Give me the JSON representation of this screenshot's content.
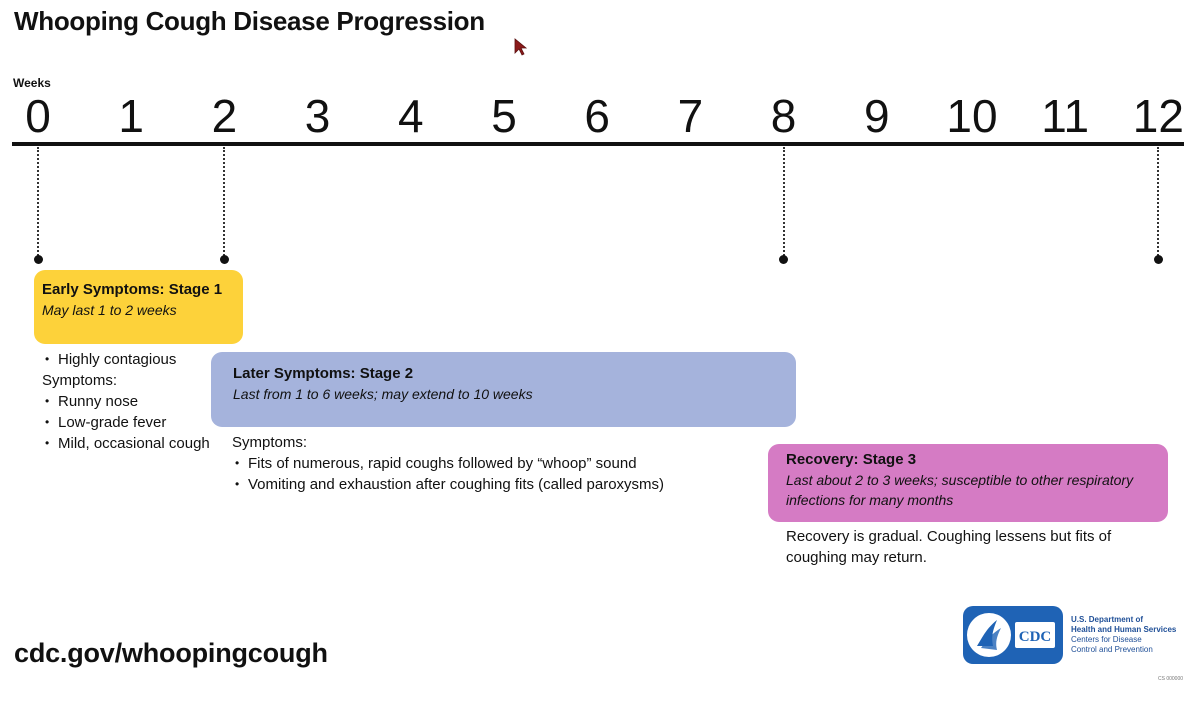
{
  "title": "Whooping Cough Disease Progression",
  "axis": {
    "label": "Weeks",
    "ticks": [
      "0",
      "1",
      "2",
      "3",
      "4",
      "5",
      "6",
      "7",
      "8",
      "9",
      "10",
      "11",
      "12"
    ]
  },
  "stages": {
    "stage1": {
      "title": "Early Symptoms: Stage 1",
      "subtitle": "May last 1 to 2 weeks",
      "color": "#fdd23a",
      "items": [
        "Highly contagious",
        "Symptoms:",
        "Runny nose",
        "Low-grade fever",
        "Mild, occasional cough"
      ]
    },
    "stage2": {
      "title": "Later Symptoms: Stage 2",
      "subtitle": "Last from 1 to 6 weeks; may extend to 10 weeks",
      "color": "#a5b3dc",
      "symptoms_label": "Symptoms:",
      "items": [
        "Fits of numerous, rapid coughs followed by “whoop” sound",
        "Vomiting and exhaustion after coughing fits (called paroxysms)"
      ]
    },
    "stage3": {
      "title": "Recovery: Stage 3",
      "subtitle": "Last about 2 to 3 weeks; susceptible to other respiratory infections for many months",
      "color": "#d57bc4",
      "text": "Recovery is gradual. Coughing lessens but fits of coughing may return."
    }
  },
  "footer": {
    "url": "cdc.gov/whoopingcough",
    "logo_text": "CDC",
    "agency_line1": "U.S. Department of",
    "agency_line2": "Health and Human Services",
    "agency_line3": "Centers for Disease",
    "agency_line4": "Control and Prevention",
    "code": "CS 000000"
  },
  "markers": [
    0,
    2,
    8,
    12
  ]
}
